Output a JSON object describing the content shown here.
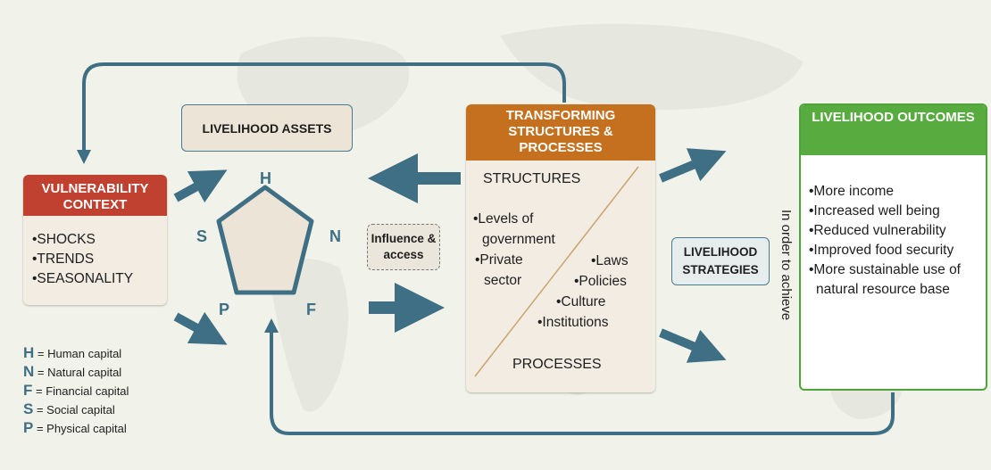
{
  "colors": {
    "background": "#f1f3ea",
    "arrow": "#3f6f84",
    "vulnerability_header": "#c0412f",
    "transforming_header": "#c4701f",
    "outcomes_header": "#58ab3f",
    "pentagon_fill": "#ece4d6"
  },
  "assets": {
    "label": "LIVELIHOOD ASSETS"
  },
  "vulnerability": {
    "title": "VULNERABILITY CONTEXT",
    "items": [
      "•SHOCKS",
      "•TRENDS",
      "•SEASONALITY"
    ]
  },
  "pentagon": {
    "h": "H",
    "n": "N",
    "f": "F",
    "p": "P",
    "s": "S"
  },
  "influence": {
    "label": "Influence & access"
  },
  "transforming": {
    "title": "TRANSFORMING STRUCTURES & PROCESSES",
    "structures": "STRUCTURES",
    "processes": "PROCESSES",
    "levels_line1": "•Levels of",
    "levels_line2": "government",
    "private_line1": "•Private",
    "private_line2": "sector",
    "laws": "•Laws",
    "policies": "•Policies",
    "culture": "•Culture",
    "institutions": "•Institutions"
  },
  "strategies": {
    "label": "LIVELIHOOD STRATEGIES"
  },
  "in_order": "In order to achieve",
  "outcomes": {
    "title": "LIVELIHOOD OUTCOMES",
    "items": [
      "•More income",
      "•Increased well being",
      "•Reduced vulnerability",
      "•Improved food security",
      "•More sustainable use of natural resource base"
    ]
  },
  "legend": [
    {
      "letter": "H",
      "text": " = Human capital"
    },
    {
      "letter": "N",
      "text": " = Natural capital"
    },
    {
      "letter": "F",
      "text": " = Financial capital"
    },
    {
      "letter": "S",
      "text": " = Social capital"
    },
    {
      "letter": "P",
      "text": " = Physical capital"
    }
  ]
}
